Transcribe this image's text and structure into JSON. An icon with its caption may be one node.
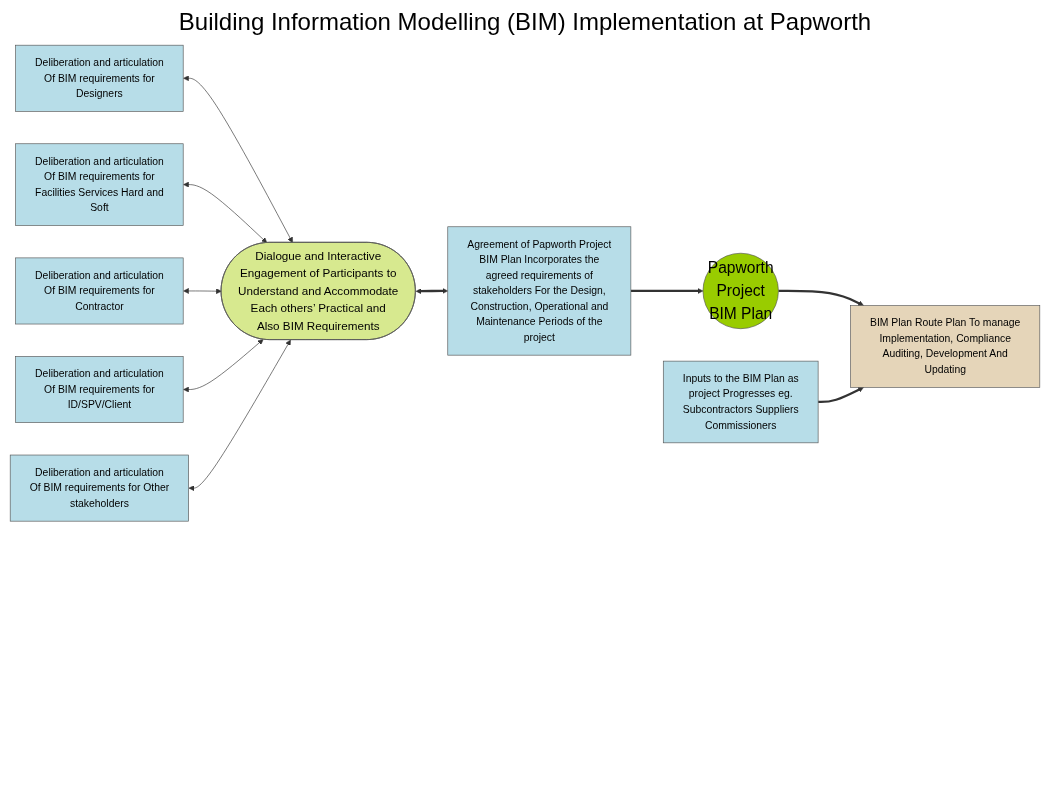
{
  "diagram": {
    "title": "Building Information  Modelling (BIM) Implementation at Papworth",
    "nodes": [
      {
        "text": [
          "Deliberation and articulation Of BIM requirements for Designers"
        ]
      },
      {
        "text": [
          "Deliberation and articulation Of BIM requirements for Facilities Services Hard and Soft"
        ]
      },
      {
        "text": [
          "Deliberation and articulation Of BIM requirements for Contractor"
        ]
      },
      {
        "text": [
          "Deliberation and articulation Of BIM requirements for ID/SPV/Client"
        ]
      },
      {
        "text": [
          "Deliberation and articulation Of BIM requirements for Other stakeholders"
        ]
      },
      {
        "text": [
          "Dialogue and Interactive Engagement of Participants to Understand and Accommodate Each others’ Practical and Also BIM Requirements"
        ]
      },
      {
        "text": [
          "Agreement of Papworth Project BIM Plan Incorporates the agreed requirements of  stakeholders For the Design, Construction, Operational and Maintenance Periods of the project"
        ]
      },
      {
        "text": [
          "Papworth Project BIM Plan"
        ]
      },
      {
        "text": [
          "BIM Plan Route Plan To manage Implementation, Compliance Auditing, Development And Updating"
        ]
      },
      {
        "text": [
          "Inputs to the BIM Plan as project Progresses eg. Subcontractors Suppliers Commissioners"
        ]
      }
    ],
    "edges": [
      {
        "from": 0,
        "to": 5,
        "arrow": "both"
      },
      {
        "from": 1,
        "to": 5,
        "arrow": "both"
      },
      {
        "from": 2,
        "to": 5,
        "arrow": "both"
      },
      {
        "from": 3,
        "to": 5,
        "arrow": "both"
      },
      {
        "from": 4,
        "to": 5,
        "arrow": "both"
      },
      {
        "from": 5,
        "to": 6,
        "arrow": "both",
        "style": "thick"
      },
      {
        "from": 6,
        "to": 7,
        "arrow": "to",
        "style": "thick"
      },
      {
        "from": 7,
        "to": 8,
        "arrow": "to",
        "style": "thick"
      },
      {
        "from": 9,
        "to": 8,
        "arrow": "to",
        "style": "thick"
      }
    ]
  }
}
